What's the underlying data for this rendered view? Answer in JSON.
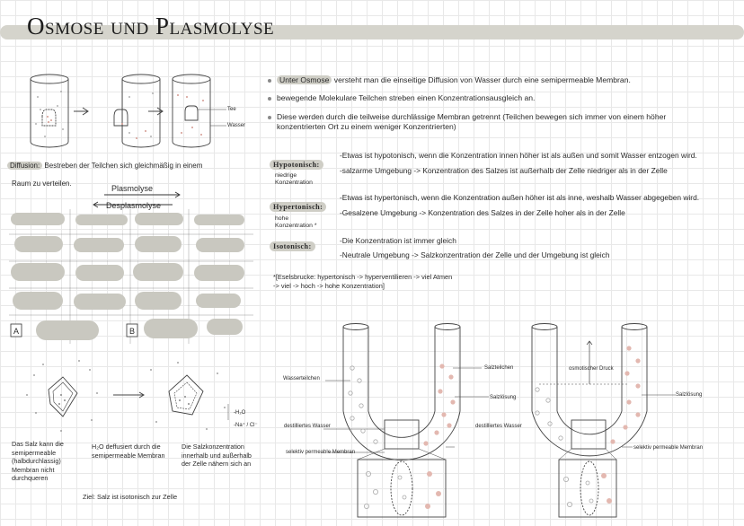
{
  "title": "Osmose und Plasmolyse",
  "bullets": [
    {
      "pre": "",
      "hl": "Unter Osmose",
      "post": " versteht man die einseitige Diffusion von Wasser durch eine semipermeable Membran."
    },
    {
      "pre": "bewegende Molekulare Teilchen streben einen Konzentrationsausgleich an.",
      "hl": "",
      "post": ""
    },
    {
      "pre": "Diese werden durch die teilweise durchlässige Membran getrennt (Teilchen bewegen sich immer von einem höher",
      "hl": "",
      "post": ""
    }
  ],
  "bullet3_line2": "konzentrierten Ort zu einem weniger Konzentrierten)",
  "beaker_labels": {
    "tee": "Tee",
    "wasser": "Wasser"
  },
  "diffusion": {
    "hl": "Diffusion:",
    "line1": " Bestreben der Teilchen sich gleichmäßig in einem",
    "line2": "Raum zu verteilen."
  },
  "plasmolyse_label": "Plasmolyse",
  "desplasmolyse_label": "Desplasmolyse",
  "cell_labels": {
    "a": "A",
    "b": "B"
  },
  "salt": {
    "caption1": [
      "Das Salz kann die",
      "semipermeable",
      "(halbdurchlassig)",
      "Membran nicht",
      "durchqueren"
    ],
    "caption2": [
      "H₂O deffusiert durch die",
      "semipermeable Membran"
    ],
    "caption3": [
      "Die Salzkonzentration",
      "innerhalb und außerhalb",
      "der Zelle nähern sich an"
    ],
    "legend": [
      "-H₂O",
      "-Na⁺ / Cl⁻"
    ],
    "goal": "Ziel: Salz ist isotonisch zur Zelle"
  },
  "hypotonisch": {
    "tag": "Hypotonisch:",
    "sub": [
      "niedrige",
      "Konzentration"
    ],
    "line1": "-Etwas ist hypotonisch, wenn die Konzentration innen höher ist als außen und somit Wasser entzogen wird.",
    "line2": "-salzarme Umgebung -> Konzentration des Salzes ist außerhalb der Zelle niedriger als in der Zelle"
  },
  "hypertonisch": {
    "tag": "Hypertonisch:",
    "sub": [
      "hohe",
      "Konzentration *"
    ],
    "line1": "-Etwas ist hypertonisch, wenn die Konzentration außen höher ist als inne, weshalb Wasser abgegeben wird.",
    "line2": "-Gesalzene Umgebung -> Konzentration des Salzes in der Zelle hoher als in der Zelle"
  },
  "isotonisch": {
    "tag": "Isotonisch:",
    "line1": "-Die Konzentration ist immer gleich",
    "line2": "-Neutrale Umgebung -> Salzkonzentration der Zelle und der Umgebung ist gleich"
  },
  "eselsbrucke": [
    "*[Eselsbrucke: hypertonisch -> hyperventilieren -> viel Atmen",
    "-> viel -> hoch -> hohe Konzentration]"
  ],
  "utube": {
    "wasserteilchen": "Wasserteilchen",
    "salzteilchen": "Salzteilchen",
    "salzloesung": "Salzlösung",
    "destilliertes": "destilliertes Wasser",
    "membran": "selektiv permeable Membran",
    "osmotischer": "osmotischer Druck"
  },
  "colors": {
    "highlight": "#cfcec6",
    "cell_fill": "#c9c8c0",
    "salt_dot": "#e3b8b0",
    "water_dot": "#a9a9a9"
  }
}
